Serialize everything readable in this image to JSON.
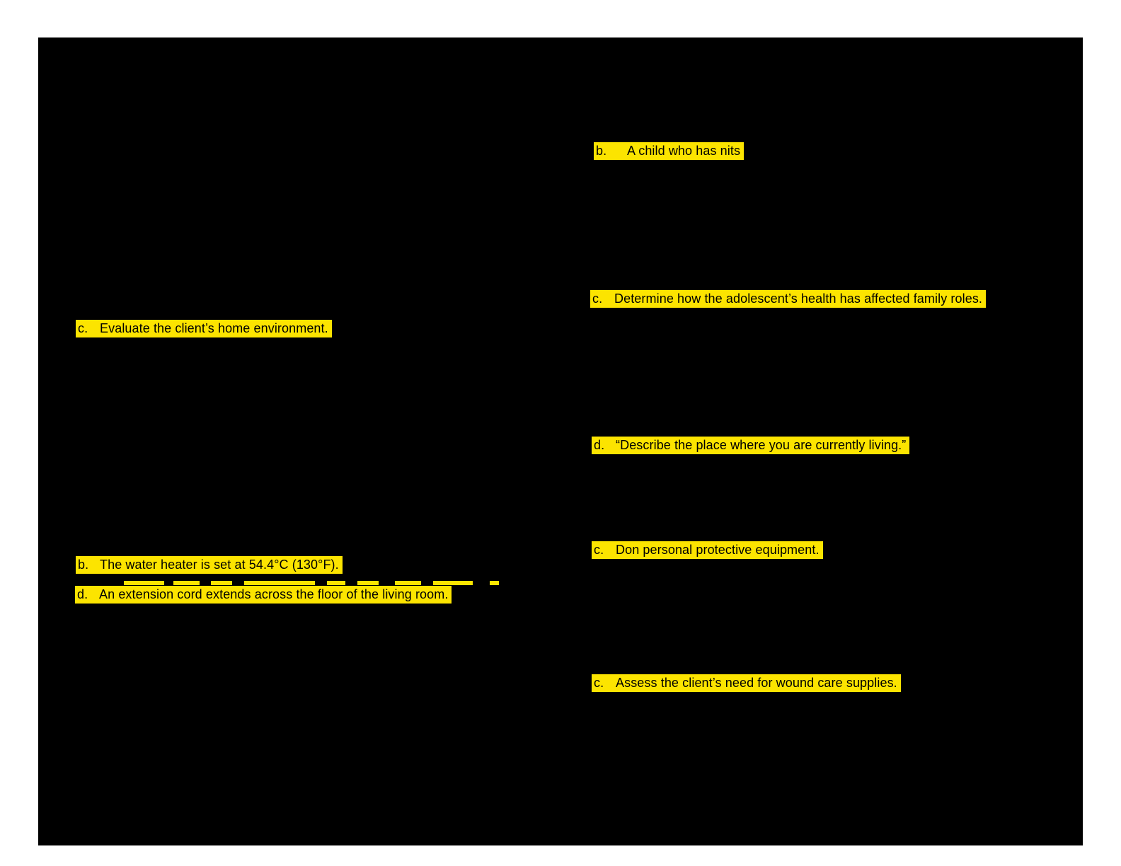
{
  "theme": {
    "canvas_bg": "#ffffff",
    "page_bg": "#000000",
    "highlight": "#fce400",
    "ink": "#000000"
  },
  "document": {
    "description": "Scanned test-bank page in dark rendering; only highlighted answer choices are visible",
    "columns": 2
  },
  "highlights": {
    "left_column": [
      {
        "label": "c.",
        "text": "Evaluate the client’s home environment."
      },
      {
        "label": "b.",
        "text": "The water heater is set at 54.4°C (130°F)."
      },
      {
        "label": "d.",
        "text": "An extension cord extends across the floor of the living room."
      }
    ],
    "right_column": [
      {
        "label": "b.",
        "text": "A child who has nits"
      },
      {
        "label": "c.",
        "text": "Determine how the adolescent’s health has affected family roles."
      },
      {
        "label": "d.",
        "text": "“Describe the place where you are currently living.”"
      },
      {
        "label": "c.",
        "text": "Don personal protective equipment."
      },
      {
        "label": "c.",
        "text": "Assess the client’s need for wound care supplies."
      }
    ]
  }
}
